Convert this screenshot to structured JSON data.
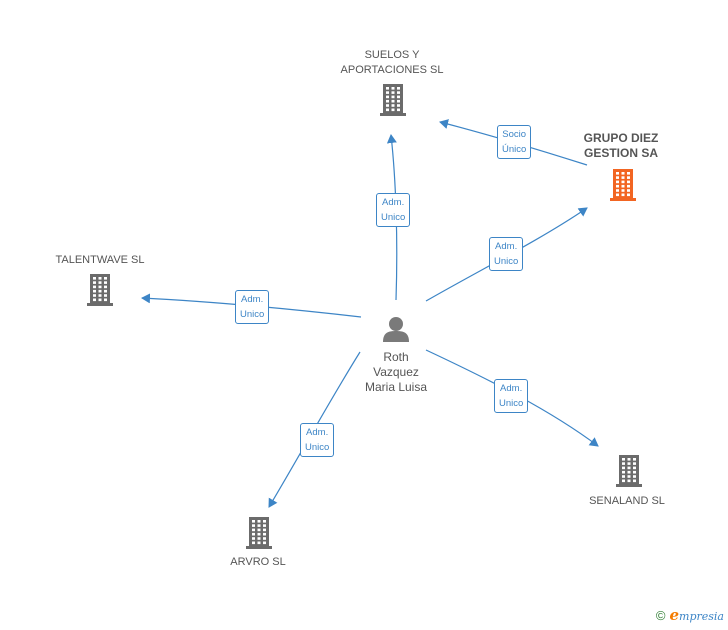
{
  "colors": {
    "edge": "#3d85c6",
    "building": "#6b6b6b",
    "main_building": "#f26522",
    "person": "#7a7a7a"
  },
  "center": {
    "name": "Roth\nVazquez\nMaria Luisa",
    "icon": "person-icon"
  },
  "nodes": [
    {
      "id": "suelos",
      "name": "SUELOS Y\nAPORTACIONES SL",
      "icon": "building-icon",
      "main": false
    },
    {
      "id": "grupo",
      "name": "GRUPO DIEZ\nGESTION SA",
      "icon": "building-icon",
      "main": true
    },
    {
      "id": "talentwave",
      "name": "TALENTWAVE SL",
      "icon": "building-icon",
      "main": false
    },
    {
      "id": "senaland",
      "name": "SENALAND SL",
      "icon": "building-icon",
      "main": false
    },
    {
      "id": "arvro",
      "name": "ARVRO SL",
      "icon": "building-icon",
      "main": false
    }
  ],
  "edges": [
    {
      "from": "center",
      "to": "suelos",
      "line1": "Adm.",
      "line2": "Unico"
    },
    {
      "from": "center",
      "to": "grupo",
      "line1": "Adm.",
      "line2": "Unico"
    },
    {
      "from": "center",
      "to": "talentwave",
      "line1": "Adm.",
      "line2": "Unico"
    },
    {
      "from": "center",
      "to": "senaland",
      "line1": "Adm.",
      "line2": "Unico"
    },
    {
      "from": "center",
      "to": "arvro",
      "line1": "Adm.",
      "line2": "Unico"
    },
    {
      "from": "grupo",
      "to": "suelos",
      "line1": "Socio",
      "line2": "Único"
    }
  ],
  "footer": {
    "copyright": "©",
    "logo_letter": "e",
    "brand": "mpresia"
  }
}
